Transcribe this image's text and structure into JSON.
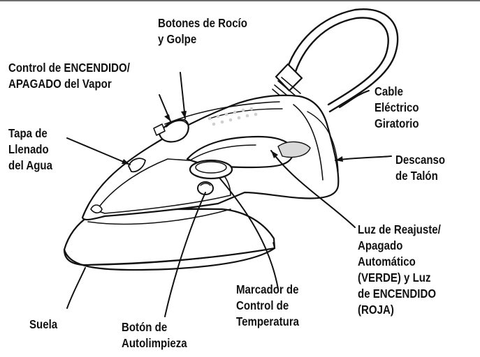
{
  "colors": {
    "line": "#111111",
    "iron_fill": "#ffffff",
    "shadow_gray": "#d9d9d9",
    "vent_gray": "#cfcfcf",
    "top_rule": "#6e6e6e"
  },
  "labels": {
    "spray_burst_buttons": "Botones de Rocío\ny Golpe",
    "steam_onoff_control": "Control de ENCENDIDO/\nAPAGADO del Vapor",
    "water_fill_cap": "Tapa de\nLlenado\ndel Agua",
    "swivel_cord": "Cable\nEléctrico\nGiratorio",
    "heel_rest": "Descanso\nde Talón",
    "reset_light": "Luz de Reajuste/\nApagado\nAutomático\n(VERDE) y Luz\nde ENCENDIDO\n(ROJA)",
    "temperature_dial": "Marcador de\nControl de\nTemperatura",
    "soleplate": "Suela",
    "self_clean_button": "Botón de\nAutolimpieza"
  }
}
